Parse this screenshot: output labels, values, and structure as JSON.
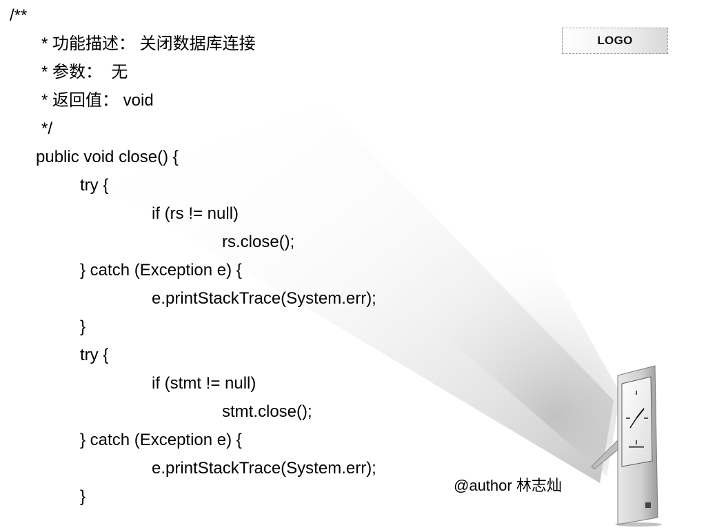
{
  "logo": {
    "text": "LOGO"
  },
  "code_lines": [
    {
      "indent": 0,
      "text": "/**"
    },
    {
      "indent": 1,
      "text": "* 功能描述： 关闭数据库连接"
    },
    {
      "indent": 1,
      "text": "* 参数：  无"
    },
    {
      "indent": 1,
      "text": "* 返回值： void"
    },
    {
      "indent": 1,
      "text": "*/"
    },
    {
      "indent": 1,
      "text": "public void close() {"
    },
    {
      "indent": 2,
      "text": "try {"
    },
    {
      "indent": 3,
      "text": "if (rs != null)"
    },
    {
      "indent": 4,
      "text": "rs.close();"
    },
    {
      "indent": 2,
      "text": "} catch (Exception e) {"
    },
    {
      "indent": 3,
      "text": "e.printStackTrace(System.err);"
    },
    {
      "indent": 2,
      "text": "}"
    },
    {
      "indent": 2,
      "text": "try {"
    },
    {
      "indent": 3,
      "text": "if (stmt != null)"
    },
    {
      "indent": 4,
      "text": "stmt.close();"
    },
    {
      "indent": 2,
      "text": "} catch (Exception e) {"
    },
    {
      "indent": 3,
      "text": "e.printStackTrace(System.err);"
    },
    {
      "indent": 2,
      "text": "}"
    }
  ],
  "author": {
    "text": "@author 林志灿"
  },
  "icons": {
    "clock": "clock-icon",
    "beam": "light-beam-decoration"
  }
}
